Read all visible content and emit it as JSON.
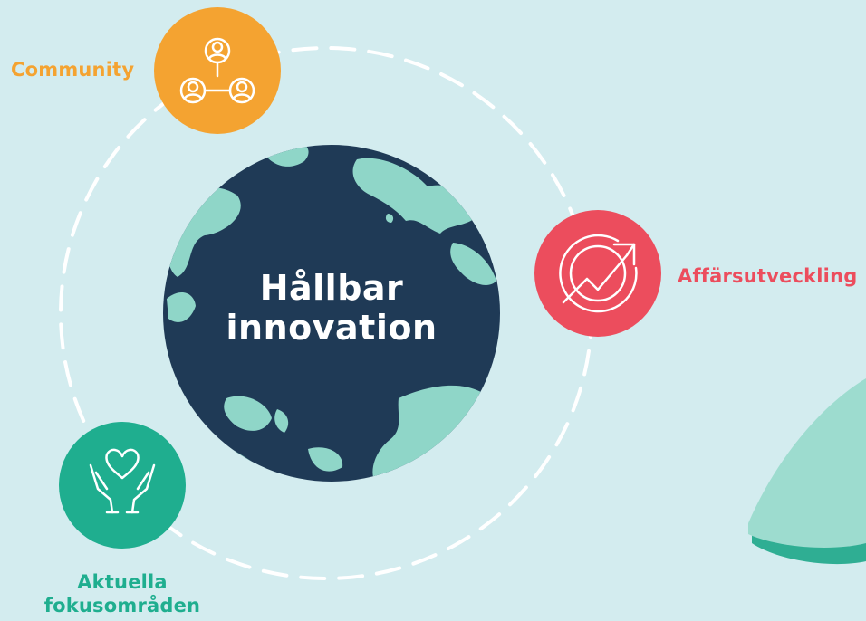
{
  "center": {
    "line1": "Hållbar",
    "line2": "innovation"
  },
  "nodes": {
    "community": {
      "label": "Community",
      "color": "#f4a331",
      "icon": "people-network-icon"
    },
    "affarsutveckling": {
      "label": "Affärsutveckling",
      "color": "#ec4d5d",
      "icon": "growth-arrow-icon"
    },
    "aktuella": {
      "line1": "Aktuella",
      "line2": "fokusområden",
      "color": "#1fae8f",
      "icon": "hands-heart-icon"
    }
  },
  "colors": {
    "background": "#d3ecef",
    "globe_ocean": "#1f3a56",
    "globe_land": "#8fd6c8",
    "orbit": "#ffffff",
    "accent_shape": "#8fd6c8",
    "accent_shape_dark": "#2fae93"
  }
}
